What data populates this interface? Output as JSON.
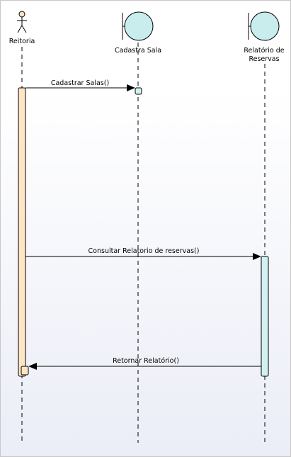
{
  "diagram": {
    "type": "sequence",
    "colors": {
      "actor_activation": "#fde5c5",
      "boundary_fill": "#c9ecec",
      "boundary_activation": "#d4f0f0",
      "line": "#000000"
    },
    "lifelines": {
      "reitoria": {
        "label": "Reitoria",
        "kind": "actor"
      },
      "cadastra_sala": {
        "label": "Cadastra Sala",
        "kind": "boundary"
      },
      "relatorio": {
        "label_line1": "Relatório de",
        "label_line2": "Reservas",
        "kind": "boundary"
      }
    },
    "messages": [
      {
        "label": "Cadastrar Salas()",
        "from": "Reitoria",
        "to": "Cadastra Sala"
      },
      {
        "label": "Consultar Relatorio de reservas()",
        "from": "Reitoria",
        "to": "Relatório de Reservas"
      },
      {
        "label": "Retornar Relatório()",
        "from": "Relatório de Reservas",
        "to": "Reitoria"
      }
    ]
  }
}
